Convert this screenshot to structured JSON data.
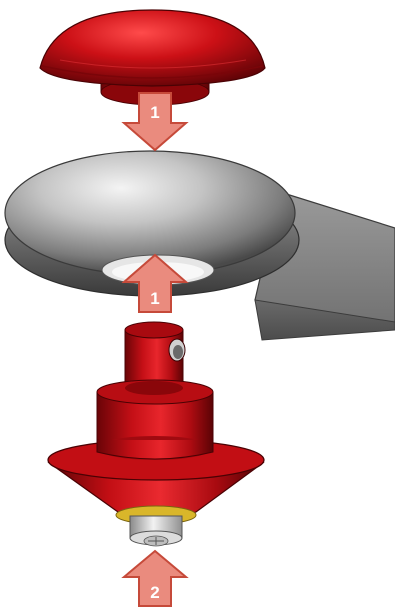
{
  "diagram": {
    "colors": {
      "red_part": "#c8141c",
      "red_dark": "#6e0508",
      "arrow_fill": "#ea8b7e",
      "arrow_stroke": "#c64a3a",
      "bracket_gray": "#8c8c8c",
      "ring_gray": "#b8b8b8",
      "yellow_washer": "#d9b62a"
    },
    "arrows": [
      {
        "id": "arrow-top",
        "label": "1",
        "direction": "down"
      },
      {
        "id": "arrow-middle",
        "label": "1",
        "direction": "up"
      },
      {
        "id": "arrow-bottom",
        "label": "2",
        "direction": "up"
      }
    ]
  }
}
